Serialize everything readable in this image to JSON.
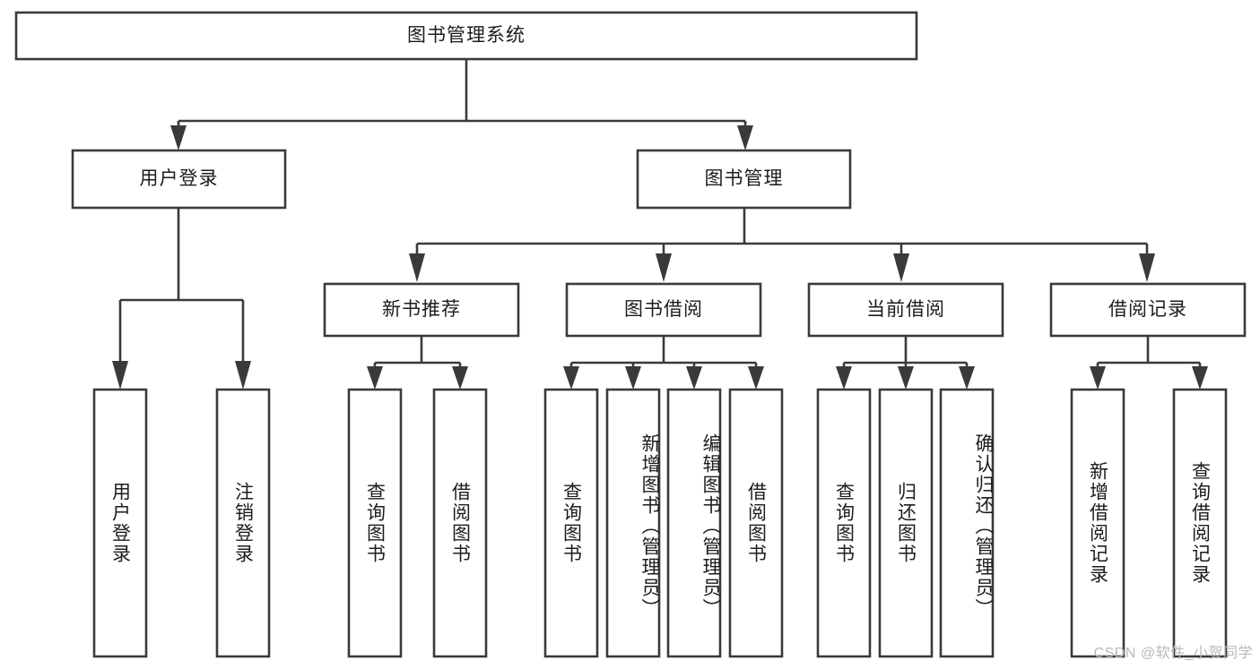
{
  "diagram": {
    "title": "图书管理系统",
    "type": "tree-hierarchy-diagram",
    "colors": {
      "box_stroke": "#3a3a3a",
      "box_fill": "#ffffff",
      "text": "#1c1c1c",
      "watermark": "#b9b9b9",
      "background": "#ffffff"
    },
    "root": {
      "id": "root",
      "label": "图书管理系统",
      "orientation": "horizontal"
    },
    "level2": [
      {
        "id": "user-login",
        "label": "用户登录",
        "orientation": "horizontal"
      },
      {
        "id": "book-management",
        "label": "图书管理",
        "orientation": "horizontal"
      }
    ],
    "level3": [
      {
        "id": "new-book-recommend",
        "label": "新书推荐",
        "orientation": "horizontal"
      },
      {
        "id": "book-borrow",
        "label": "图书借阅",
        "orientation": "horizontal"
      },
      {
        "id": "current-borrow",
        "label": "当前借阅",
        "orientation": "horizontal"
      },
      {
        "id": "borrow-record",
        "label": "借阅记录",
        "orientation": "horizontal"
      }
    ],
    "leaves": {
      "user_login": [
        {
          "id": "leaf-user-login",
          "label": "用户登录",
          "orientation": "vertical"
        },
        {
          "id": "leaf-logout-login",
          "label": "注销登录",
          "orientation": "vertical"
        }
      ],
      "new_book_recommend": [
        {
          "id": "leaf-query-book-1",
          "label": "查询图书",
          "orientation": "vertical"
        },
        {
          "id": "leaf-borrow-book-1",
          "label": "借阅图书",
          "orientation": "vertical"
        }
      ],
      "book_borrow": [
        {
          "id": "leaf-query-book-2",
          "label": "查询图书",
          "orientation": "vertical"
        },
        {
          "id": "leaf-add-book-admin",
          "label": "新增图书（管理员）",
          "orientation": "vertical"
        },
        {
          "id": "leaf-edit-book-admin",
          "label": "编辑图书（管理员）",
          "orientation": "vertical"
        },
        {
          "id": "leaf-borrow-book-2",
          "label": "借阅图书",
          "orientation": "vertical"
        }
      ],
      "current_borrow": [
        {
          "id": "leaf-query-book-3",
          "label": "查询图书",
          "orientation": "vertical"
        },
        {
          "id": "leaf-return-book",
          "label": "归还图书",
          "orientation": "vertical"
        },
        {
          "id": "leaf-confirm-return-admin",
          "label": "确认归还（管理员）",
          "orientation": "vertical"
        }
      ],
      "borrow_record": [
        {
          "id": "leaf-add-borrow-record",
          "label": "新增借阅记录",
          "orientation": "vertical"
        },
        {
          "id": "leaf-query-borrow-record",
          "label": "查询借阅记录",
          "orientation": "vertical"
        }
      ]
    },
    "watermark": "CSDN @软件_小贺同学"
  }
}
